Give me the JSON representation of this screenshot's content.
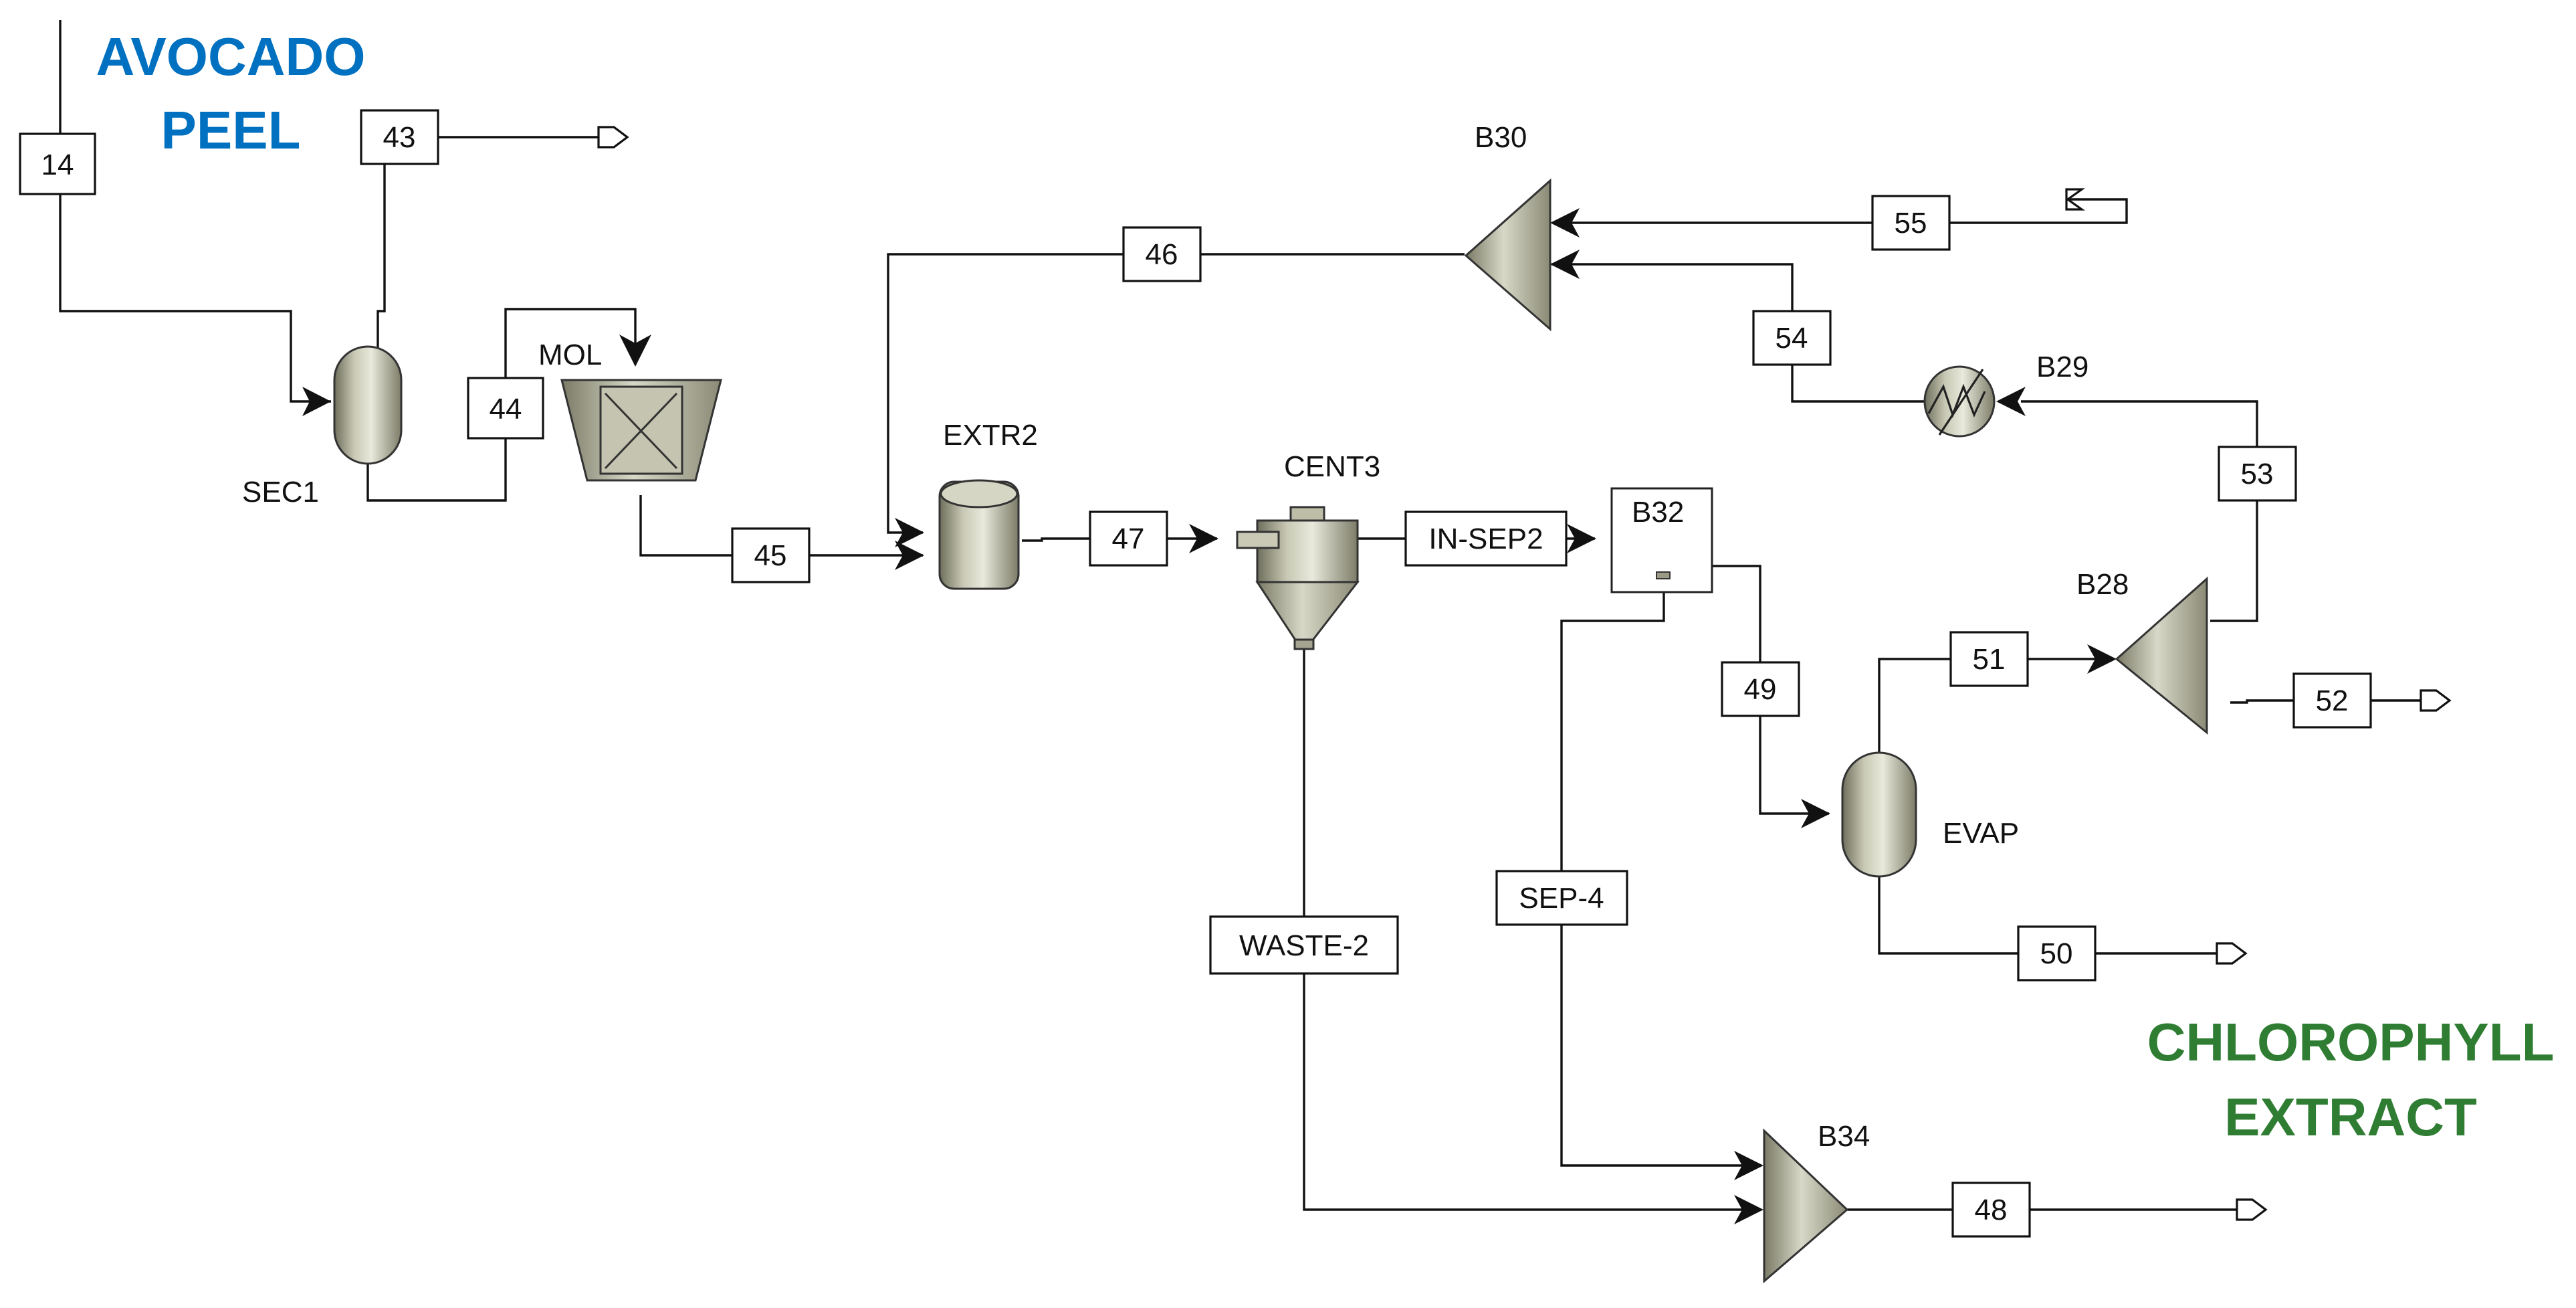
{
  "labels": {
    "feed_line1": "AVOCADO",
    "feed_line2": "PEEL",
    "product_line1": "CHLOROPHYLL",
    "product_line2": "EXTRACT"
  },
  "colors": {
    "feed": "#0070C0",
    "product": "#2E7D32",
    "equipment": "#a9a994"
  },
  "blocks": {
    "sec1": "SEC1",
    "mol": "MOL",
    "extr2": "EXTR2",
    "cent3": "CENT3",
    "b32": "B32",
    "b30": "B30",
    "b29": "B29",
    "b28": "B28",
    "evap": "EVAP",
    "b34": "B34"
  },
  "streams": {
    "s14": "14",
    "s43": "43",
    "s44": "44",
    "s45": "45",
    "s46": "46",
    "s47": "47",
    "s48": "48",
    "s49": "49",
    "s50": "50",
    "s51": "51",
    "s52": "52",
    "s53": "53",
    "s54": "54",
    "s55": "55",
    "in_sep2": "IN-SEP2",
    "sep4": "SEP-4",
    "waste2": "WASTE-2"
  }
}
